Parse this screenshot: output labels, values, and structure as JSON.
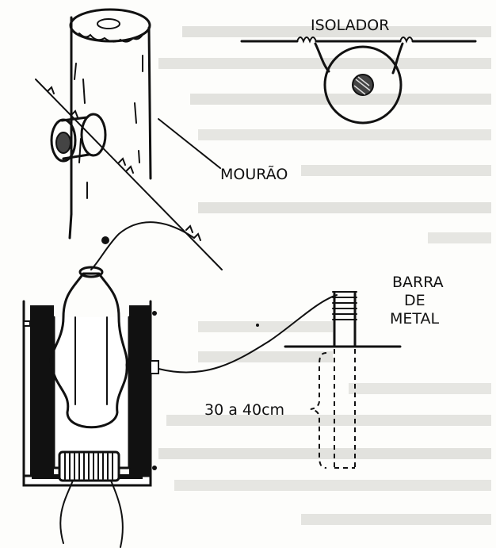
{
  "labels": {
    "isolador": "ISOLADOR",
    "mourao": "MOURÃO",
    "barra_line1": "BARRA",
    "barra_line2": "DE",
    "barra_line3": "METAL",
    "depth": "30 a 40cm"
  }
}
